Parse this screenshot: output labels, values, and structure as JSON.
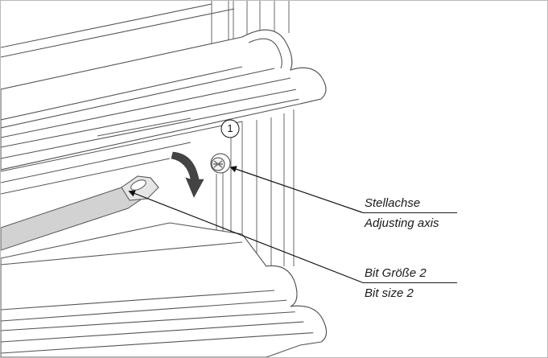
{
  "callout": {
    "number": "1"
  },
  "labels": {
    "adjusting_axis_de": "Stellachse",
    "adjusting_axis_en": "Adjusting axis",
    "bit_size_de": "Bit Größe 2",
    "bit_size_en": "Bit size 2"
  },
  "colors": {
    "line": "#555555",
    "bit": "#d2d2d2",
    "arrow": "#444444"
  }
}
